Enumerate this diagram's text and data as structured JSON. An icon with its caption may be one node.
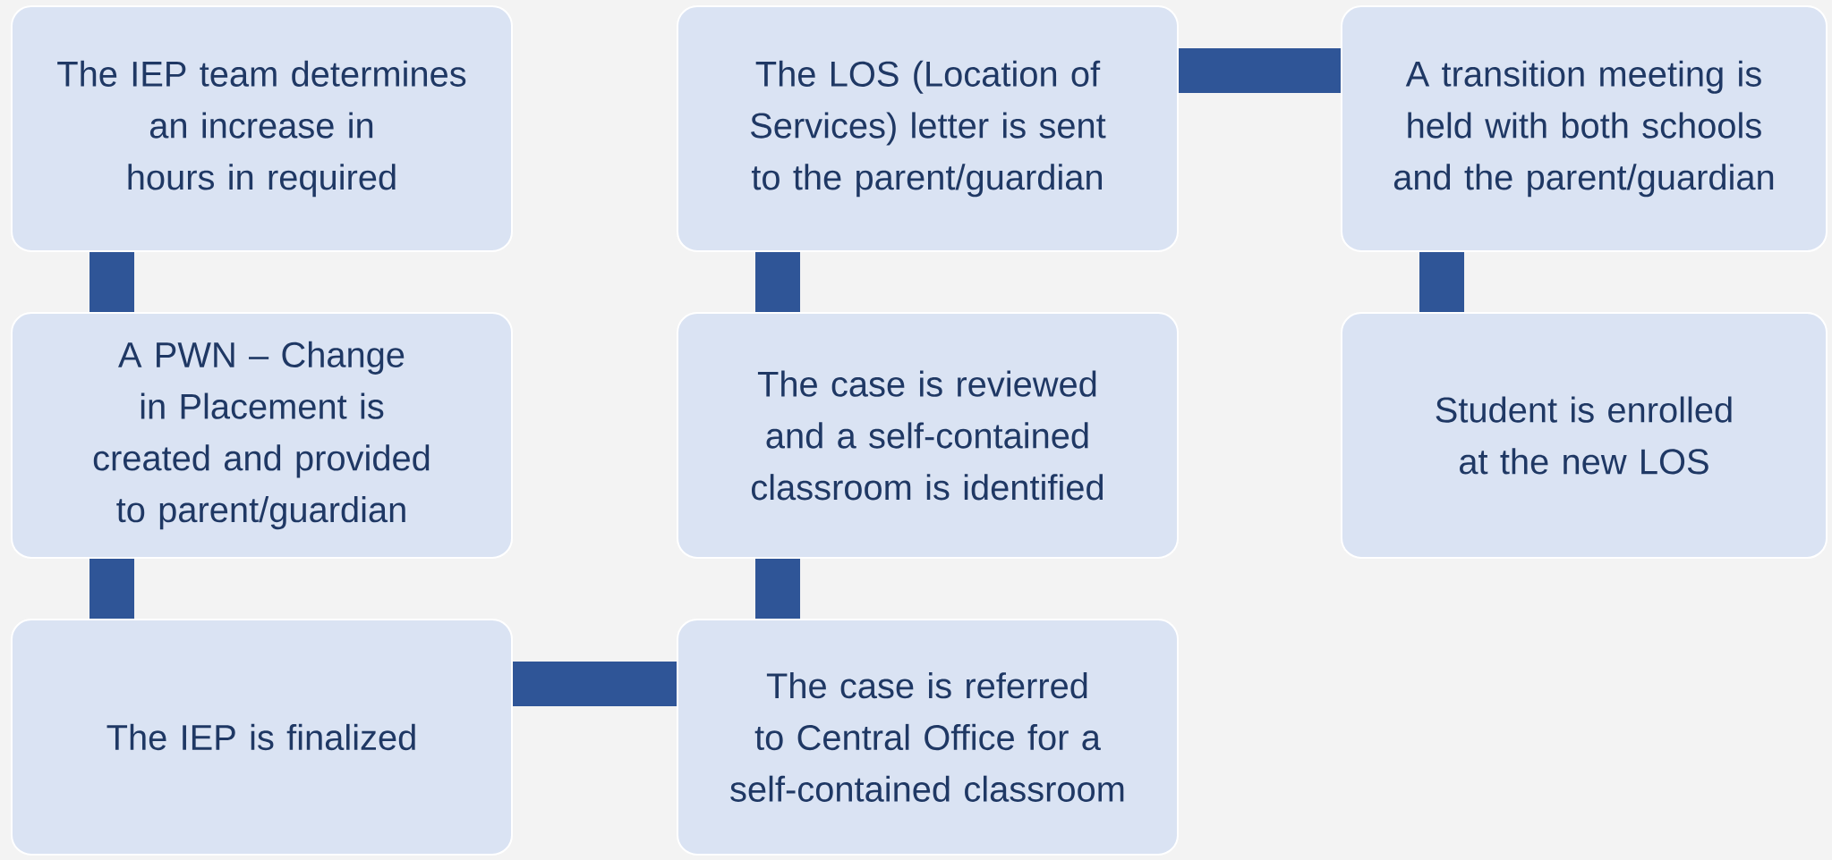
{
  "diagram": {
    "nodes": [
      {
        "text": [
          "The IEP team determines an increase in hours in required"
        ]
      },
      {
        "text": [
          "A PWN – Change in Placement is created and provided to parent/guardian"
        ]
      },
      {
        "text": [
          "The IEP is finalized"
        ]
      },
      {
        "text": [
          "The case is referred to Central Office for a self-contained classroom"
        ]
      },
      {
        "text": [
          "The case is reviewed and a self-contained classroom is identified"
        ]
      },
      {
        "text": [
          "The LOS (Location of Services) letter is sent to the parent/guardian"
        ]
      },
      {
        "text": [
          "A transition meeting is held with both schools and the parent/guardian"
        ]
      },
      {
        "text": [
          "Student is enrolled at the new LOS"
        ]
      }
    ],
    "edges": [
      {
        "from": 0,
        "to": 1,
        "arrow": "none"
      },
      {
        "from": 1,
        "to": 2,
        "arrow": "none"
      },
      {
        "from": 2,
        "to": 3,
        "arrow": "none"
      },
      {
        "from": 3,
        "to": 4,
        "arrow": "none"
      },
      {
        "from": 4,
        "to": 5,
        "arrow": "none"
      },
      {
        "from": 5,
        "to": 6,
        "arrow": "none"
      },
      {
        "from": 6,
        "to": 7,
        "arrow": "none"
      }
    ]
  }
}
